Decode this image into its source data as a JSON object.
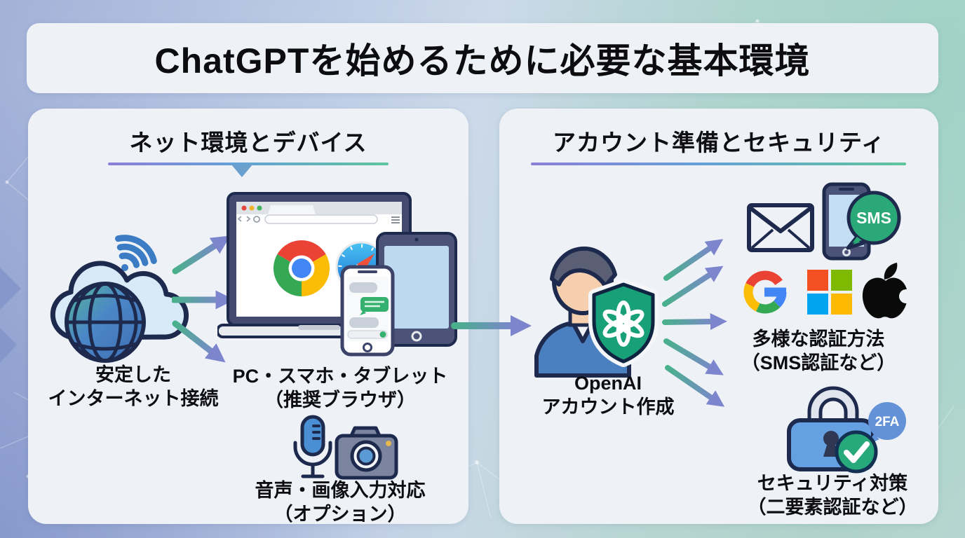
{
  "title": "ChatGPTを始めるために必要な基本環境",
  "left_panel": {
    "heading": "ネット環境とデバイス",
    "internet_label": {
      "line1": "安定した",
      "line2": "インターネット接続"
    },
    "devices_label": {
      "line1": "PC・スマホ・タブレット",
      "line2": "（推奨ブラウザ）"
    },
    "optional_label": {
      "line1": "音声・画像入力対応",
      "line2": "（オプション）"
    }
  },
  "right_panel": {
    "heading": "アカウント準備とセキュリティ",
    "account_label": {
      "line1": "OpenAI",
      "line2": "アカウント作成"
    },
    "auth_label": {
      "line1": "多様な認証方法",
      "line2": "（SMS認証など）"
    },
    "security_label": {
      "line1": "セキュリティ対策",
      "line2": "（二要素認証など）"
    },
    "sms_badge": "SMS",
    "tfa_badge": "2FA"
  },
  "colors": {
    "background_left": "#a3b1d8",
    "background_right": "#b6d7d1",
    "panel": "#eef2f7",
    "arrow_tail_green": "#49b08c",
    "arrow_head_blue": "#7d86cd",
    "underline_purple": "#8b7ed8",
    "underline_blue": "#64a0d8",
    "underline_green": "#5fc49d",
    "shield_green": "#18a078",
    "sms_bubble_green": "#2aa877",
    "tfa_bubble_blue": "#6392d8",
    "lock_blue": "#64a0e2",
    "check_green": "#28a97b"
  }
}
